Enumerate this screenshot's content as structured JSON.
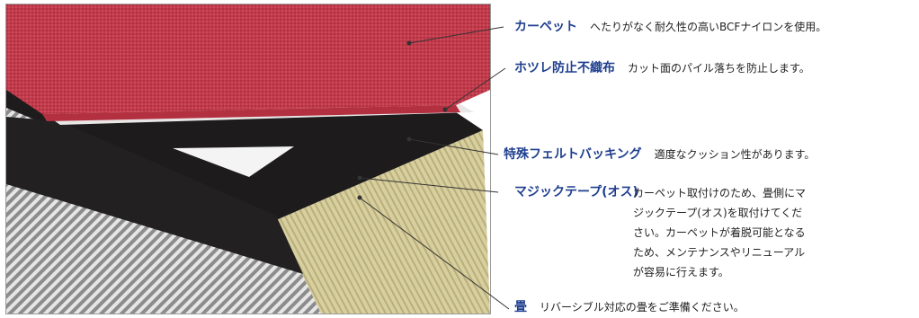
{
  "callouts": [
    {
      "term": "カーペット",
      "desc": "へたりがなく耐久性の高いBCFナイロンを使用。"
    },
    {
      "term": "ホツレ防止不織布",
      "desc": "カット面のパイル落ちを防止します。"
    },
    {
      "term": "特殊フェルトバッキング",
      "desc": "適度なクッション性があります。"
    },
    {
      "term": "マジックテープ(オス)",
      "desc_lines": [
        "カーペット取付けのため、畳側にマ",
        "ジックテープ(オス)を取付けてくだ",
        "さい。カーペットが着脱可能となる",
        "ため、メンテナンスやリニューアル",
        "が容易に行えます。"
      ]
    },
    {
      "term": "畳",
      "desc": "リバーシブル対応の畳をご準備ください。"
    }
  ],
  "colors": {
    "term": "#1f3f8f",
    "carpet": "#c23a4a",
    "felt": "#1c1a1a",
    "tatami_edge": "#d9d2a8",
    "leader": "#333333"
  }
}
